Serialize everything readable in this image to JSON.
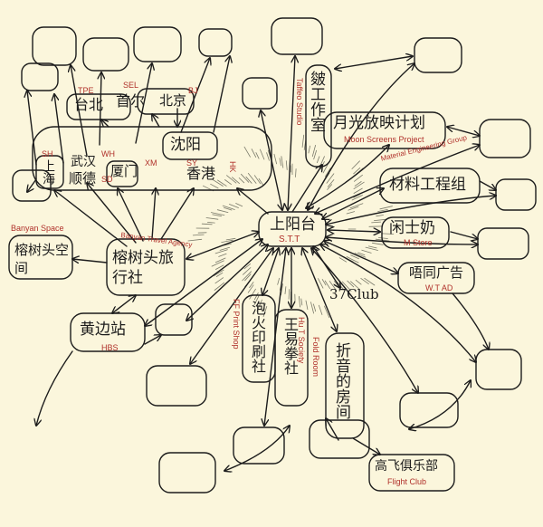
{
  "center": {
    "label": "上阳台",
    "sub": "S.T.T"
  },
  "nodes": {
    "huaiyi": {
      "zh": "皴工作室",
      "en": "Taffeo Studio"
    },
    "moon": {
      "zh": "月光放映计划",
      "en": "Moon Screens Project"
    },
    "material": {
      "zh": "材料工程组",
      "en": "Material Engineering Group"
    },
    "mstore": {
      "zh": "闲士奶",
      "en": "M Store"
    },
    "wtad": {
      "zh": "唔同广告",
      "en": "W.T AD"
    },
    "club37": {
      "zh": "37Club"
    },
    "zhe": {
      "zh": "折音的房间",
      "en": "Fold Room"
    },
    "flight": {
      "zh": "高飞俱乐部",
      "en": "Flight Club"
    },
    "wang": {
      "zh": "王易拳社",
      "en": "Hu T Society"
    },
    "ff": {
      "zh": "泡火印刷社",
      "en": "FF Print Shop"
    },
    "hbs": {
      "zh": "黄边站",
      "en": "HBS"
    },
    "banyan_travel": {
      "zh": "榕树头旅行社",
      "en": "Banyan Travel Agency"
    },
    "banyan_space": {
      "zh": "榕树头空间",
      "en": "Banyan Space"
    }
  },
  "cities": {
    "taibei": {
      "zh": "台北",
      "en": "TPE"
    },
    "shoudu": {
      "zh": "首尔",
      "en": "SEL"
    },
    "beijing": {
      "zh": "北京",
      "en": "BJ"
    },
    "shanghai": {
      "zh": "上海",
      "en": "SH"
    },
    "wuhan": {
      "zh": "武汉",
      "en": "WH"
    },
    "shunde": {
      "zh": "顺德",
      "en": "SD"
    },
    "xiamen": {
      "zh": "厦门",
      "en": "XM"
    },
    "shenyang": {
      "zh": "沈阳",
      "en": "SY"
    },
    "hongkong": {
      "zh": "香港",
      "en": "HK"
    }
  }
}
